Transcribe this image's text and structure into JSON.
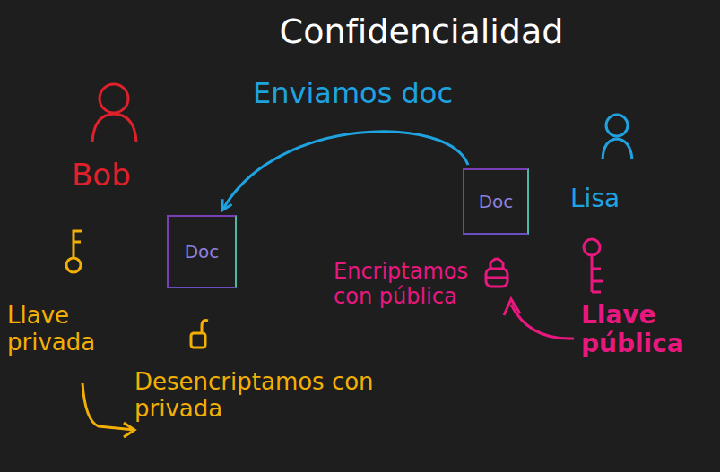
{
  "diagram": {
    "title": "Confidencialidad",
    "nodes": [
      {
        "text": [
          "Doc"
        ]
      },
      {
        "text": [
          "Doc"
        ]
      }
    ],
    "edges": [
      {
        "from": 1,
        "to": 0,
        "label": "Enviamos doc",
        "arrow": "to"
      }
    ],
    "labels": [
      "Bob",
      "Lisa",
      "Llave privada",
      "Desencriptamos con privada",
      "Encriptamos con pública",
      "Llave pública"
    ]
  }
}
